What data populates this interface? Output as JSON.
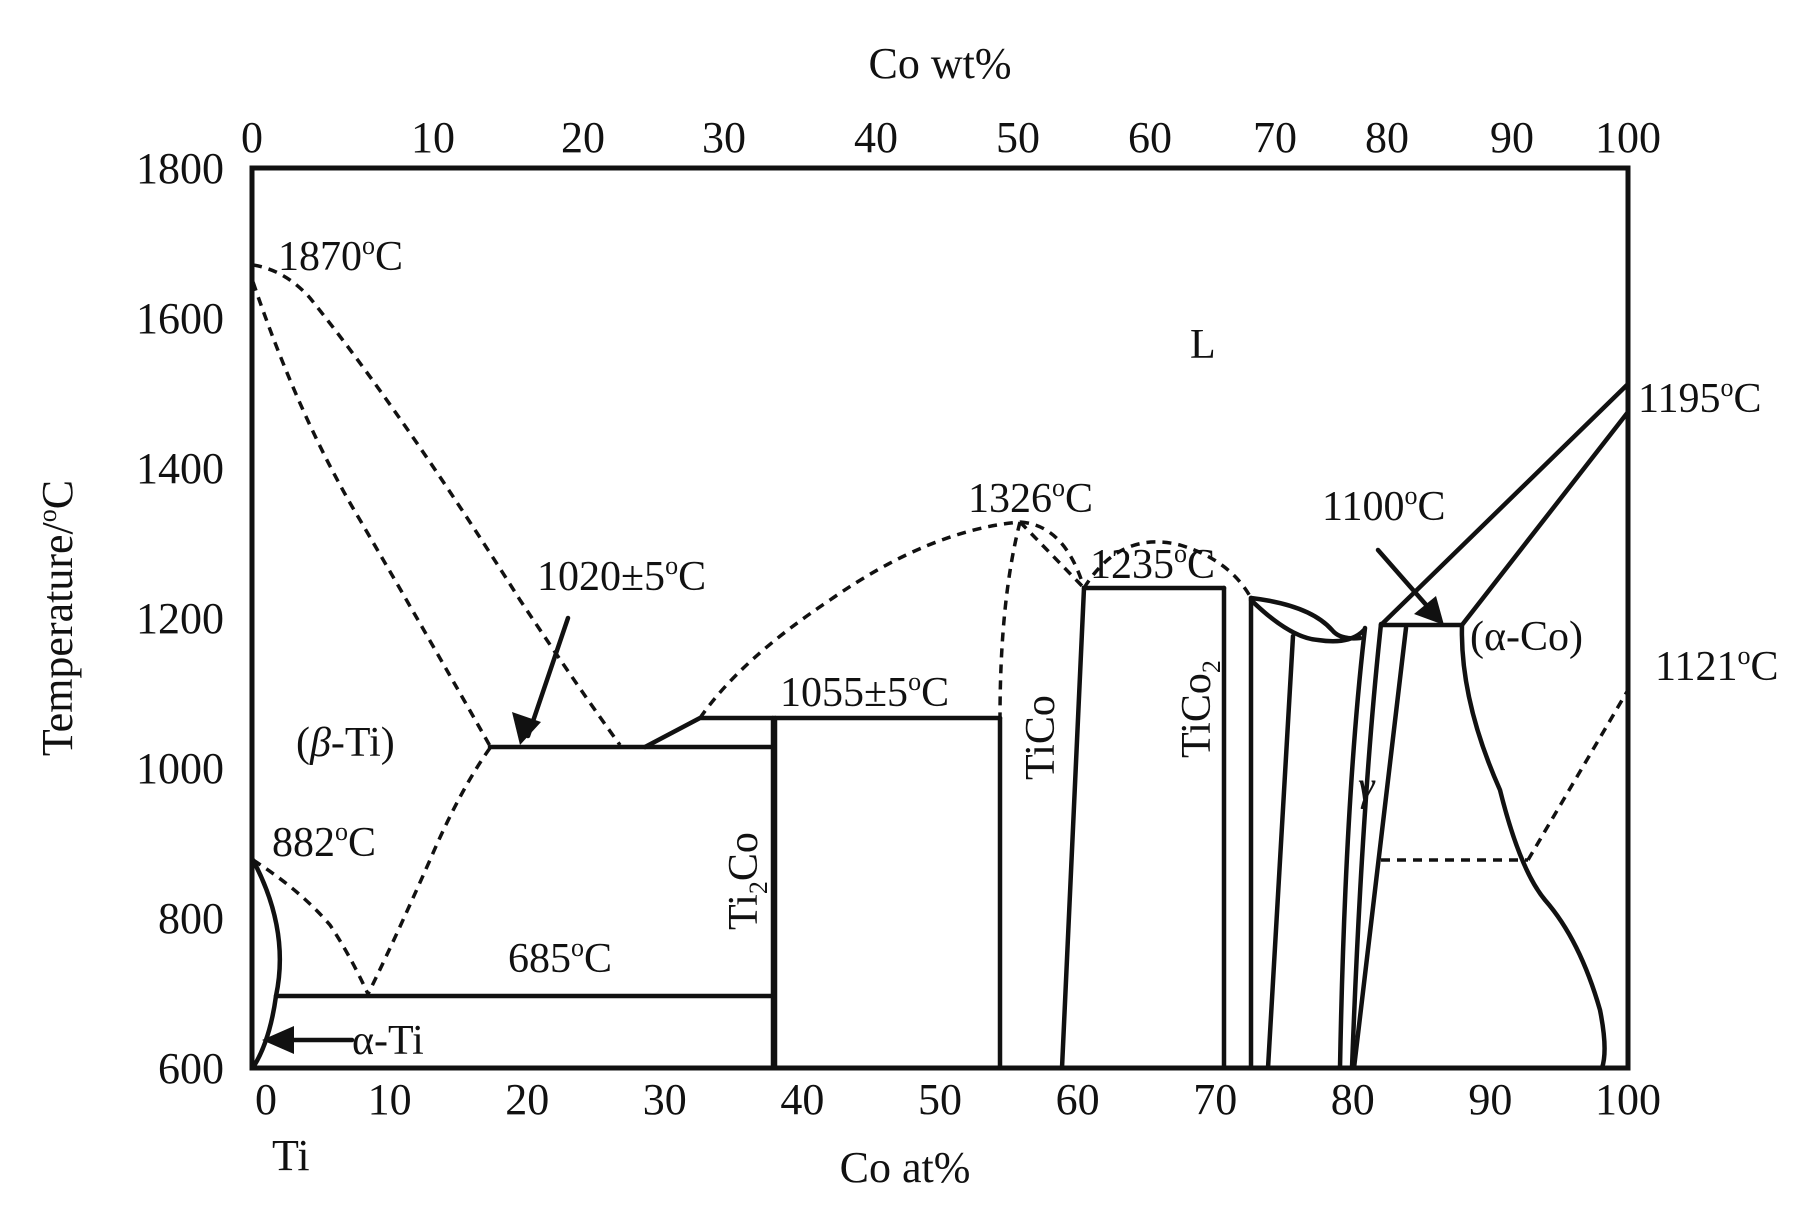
{
  "figure": {
    "top_axis_title": "Co wt%",
    "bottom_axis_title": "Co at%",
    "y_axis_title": {
      "base": "Temperature/",
      "sup": "o",
      "tail": "C"
    },
    "y_ticks": [
      "1800",
      "1600",
      "1400",
      "1200",
      "1000",
      "800",
      "600"
    ],
    "top_ticks": [
      "0",
      "10",
      "20",
      "30",
      "40",
      "50",
      "60",
      "70",
      "80",
      "90",
      "100"
    ],
    "bottom_ticks": [
      "0",
      "10",
      "20",
      "30",
      "40",
      "50",
      "60",
      "70",
      "80",
      "90",
      "100"
    ],
    "element_label_ti": "Ti"
  },
  "annotations": {
    "t1870": {
      "base": "1870",
      "sup": "o",
      "tail": "C"
    },
    "t1020": {
      "base": "1020±5",
      "sup": "o",
      "tail": "C"
    },
    "t1055": {
      "base": "1055±5",
      "sup": "o",
      "tail": "C"
    },
    "t1326": {
      "base": "1326",
      "sup": "o",
      "tail": "C"
    },
    "t1235": {
      "base": "1235",
      "sup": "o",
      "tail": "C"
    },
    "t1100": {
      "base": "1100",
      "sup": "o",
      "tail": "C"
    },
    "t1195": {
      "base": "1195",
      "sup": "o",
      "tail": "C"
    },
    "t1121": {
      "base": "1121",
      "sup": "o",
      "tail": "C"
    },
    "t882": {
      "base": "882",
      "sup": "o",
      "tail": "C"
    },
    "t685": {
      "base": "685",
      "sup": "o",
      "tail": "C"
    }
  },
  "phases": {
    "liquid": "L",
    "beta_ti": {
      "open": "(",
      "greek": "β",
      "rest": "-Ti)"
    },
    "alpha_ti": "α-Ti",
    "alpha_co": "(α-Co)",
    "gamma": "γ",
    "ti2co": {
      "a": "Ti",
      "sub": "2",
      "b": "Co"
    },
    "tico": "TiCo",
    "tico2": {
      "a": "TiCo",
      "sub": "2"
    }
  },
  "chart_data": {
    "type": "phase-diagram",
    "x_bottom": {
      "label": "Co at%",
      "range": [
        0,
        100
      ],
      "ticks": [
        0,
        10,
        20,
        30,
        40,
        50,
        60,
        70,
        80,
        90,
        100
      ]
    },
    "x_top": {
      "label": "Co wt%",
      "ticks": [
        0,
        10,
        20,
        30,
        40,
        50,
        60,
        70,
        80,
        90,
        100
      ]
    },
    "y": {
      "label": "Temperature/oC",
      "range": [
        600,
        1800
      ],
      "ticks": [
        600,
        800,
        1000,
        1200,
        1400,
        1600,
        1800
      ]
    },
    "invariant_temperatures_C": [
      1870,
      1326,
      1235,
      1195,
      1121,
      1100,
      1055,
      1020,
      882,
      685
    ],
    "phases": [
      "L",
      "(β-Ti)",
      "α-Ti",
      "Ti2Co",
      "TiCo",
      "TiCo2",
      "γ",
      "(α-Co)"
    ]
  }
}
